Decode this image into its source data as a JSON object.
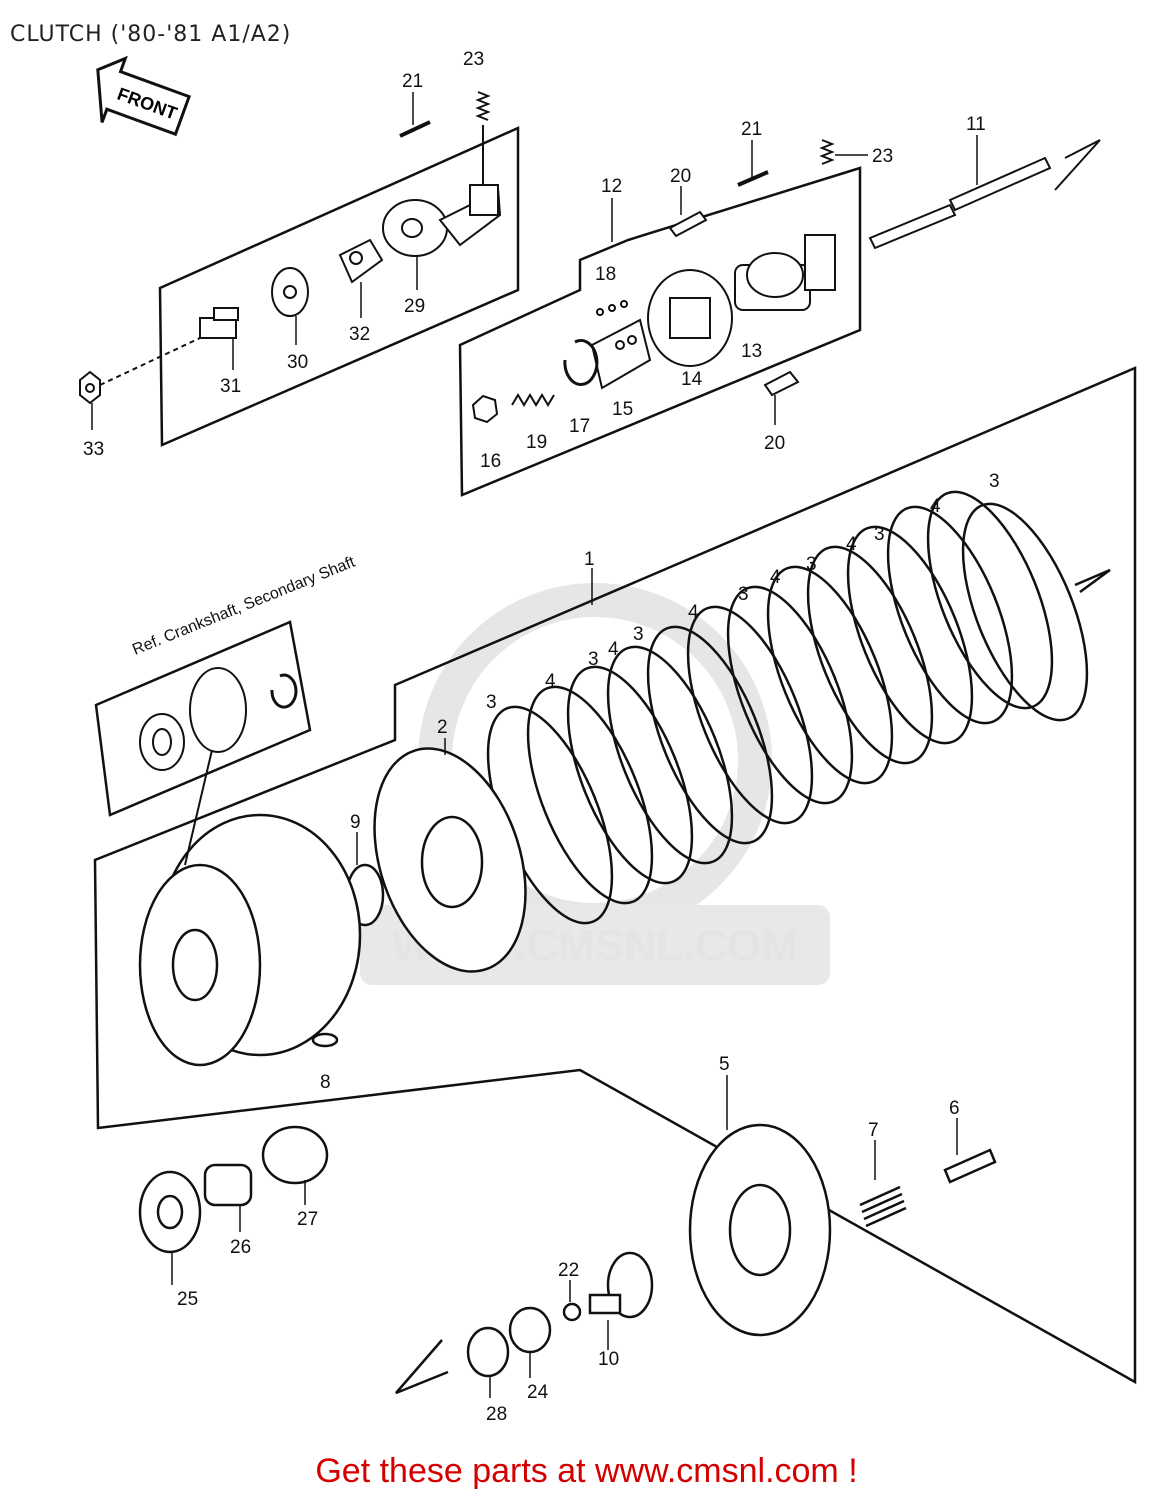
{
  "title": "CLUTCH ('80-'81 A1/A2)",
  "front_label": "FRONT",
  "ref_label": "Ref.  Crankshaft, Secondary Shaft",
  "watermark": "WWW.CMSNL.COM",
  "footer": "Get these parts at www.cmsnl.com !",
  "callouts": [
    "1",
    "2",
    "3",
    "3",
    "3",
    "3",
    "3",
    "3",
    "3",
    "4",
    "4",
    "4",
    "4",
    "4",
    "4",
    "5",
    "6",
    "7",
    "8",
    "9",
    "10",
    "11",
    "12",
    "13",
    "14",
    "15",
    "16",
    "17",
    "18",
    "19",
    "20",
    "20",
    "21",
    "21",
    "22",
    "23",
    "23",
    "24",
    "25",
    "26",
    "27",
    "28",
    "29",
    "30",
    "31",
    "32",
    "33"
  ]
}
